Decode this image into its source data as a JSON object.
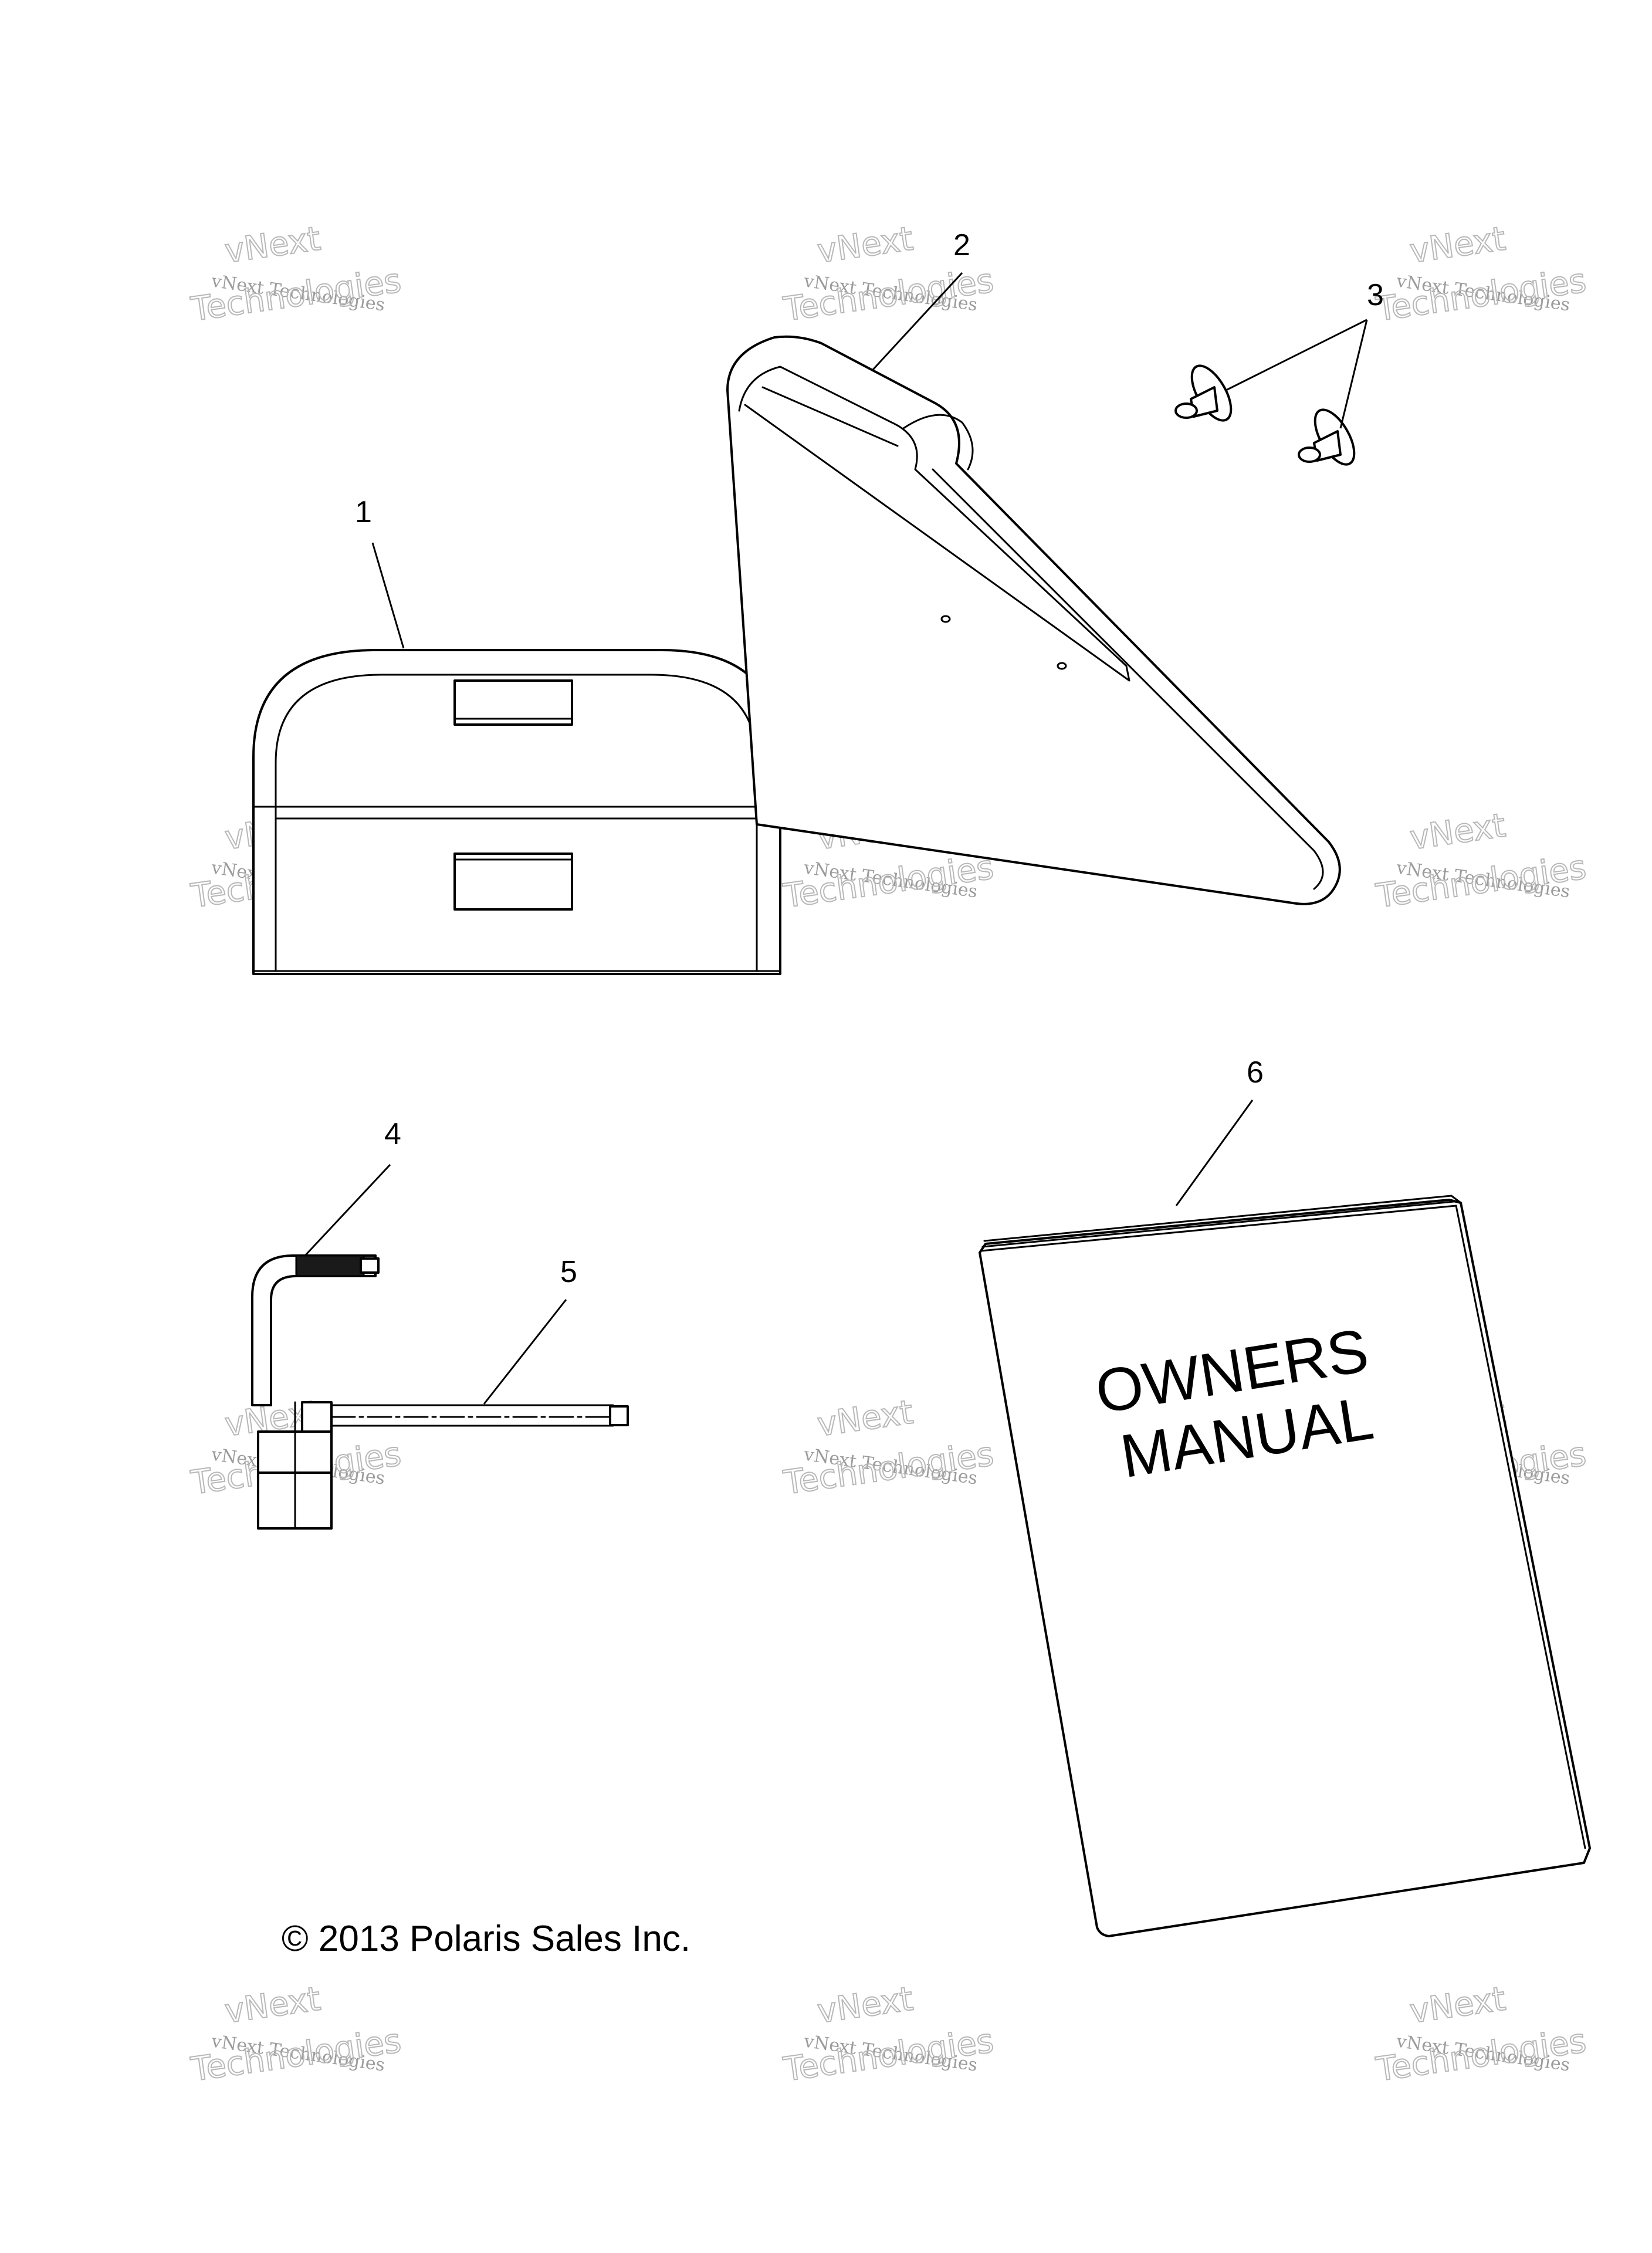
{
  "callouts": {
    "c1": "1",
    "c2": "2",
    "c3": "3",
    "c4": "4",
    "c5": "5",
    "c6": "6"
  },
  "manual_cover": {
    "line1": "OWNERS",
    "line2": "MANUAL"
  },
  "copyright": "© 2013 Polaris Sales Inc.",
  "watermark": {
    "line1": "vNext Technologies",
    "line2": "Technologies",
    "line3": "vNext"
  }
}
